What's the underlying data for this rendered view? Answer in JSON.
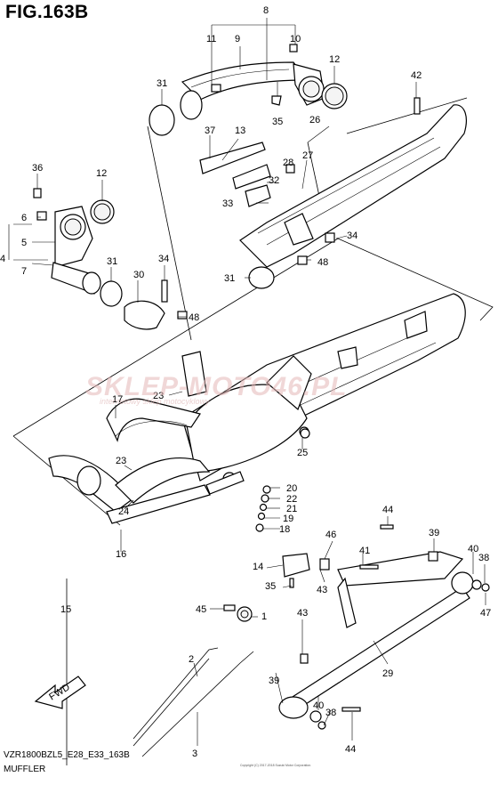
{
  "figure": {
    "title": "FIG.163B",
    "model_code": "VZR1800BZL5_E28_E33_163B",
    "section_name": "MUFFLER",
    "watermark_main": "SKLEP-MOTO46.PL",
    "watermark_sub": "internetowy sklep motocyklowy",
    "direction_arrow": "FWD",
    "fine_print": "Copyright (C) 2017-2018 Suzuki Motor Corporation."
  },
  "callouts": {
    "c1": "1",
    "c2": "2",
    "c3": "3",
    "c4": "4",
    "c5": "5",
    "c6": "6",
    "c7": "7",
    "c8": "8",
    "c9": "9",
    "c10": "10",
    "c11": "11",
    "c12a": "12",
    "c12b": "12",
    "c13": "13",
    "c14": "14",
    "c15": "15",
    "c16": "16",
    "c17": "17",
    "c18": "18",
    "c19": "19",
    "c20": "20",
    "c21": "21",
    "c22": "22",
    "c23a": "23",
    "c23b": "23",
    "c24": "24",
    "c25": "25",
    "c26": "26",
    "c27": "27",
    "c28": "28",
    "c29": "29",
    "c30": "30",
    "c31a": "31",
    "c31b": "31",
    "c31c": "31",
    "c32": "32",
    "c33": "33",
    "c34a": "34",
    "c34b": "34",
    "c35": "35",
    "c36": "36",
    "c37": "37",
    "c38a": "38",
    "c38b": "38",
    "c39a": "39",
    "c39b": "39",
    "c40a": "40",
    "c40b": "40",
    "c41": "41",
    "c42": "42",
    "c43a": "43",
    "c43b": "43",
    "c44a": "44",
    "c44b": "44",
    "c45": "45",
    "c46": "46",
    "c47": "47",
    "c48a": "48",
    "c48b": "48"
  }
}
